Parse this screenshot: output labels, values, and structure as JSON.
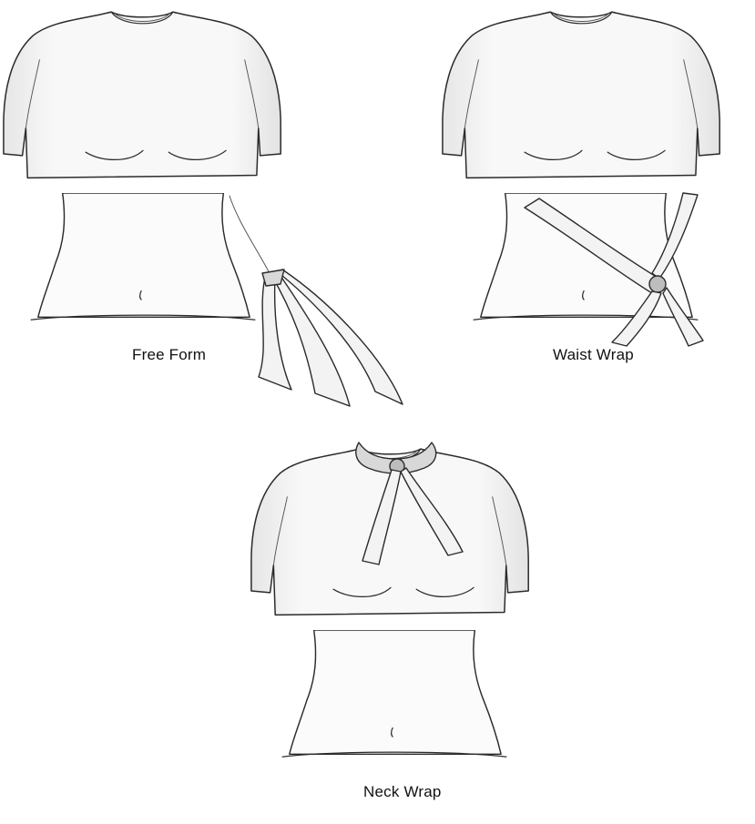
{
  "figures": [
    {
      "id": "free-form",
      "label": "Free Form"
    },
    {
      "id": "waist-wrap",
      "label": "Waist Wrap"
    },
    {
      "id": "neck-wrap",
      "label": "Neck Wrap"
    }
  ],
  "colors": {
    "outline": "#2b2b2b",
    "shirt_fill": "#f7f7f7",
    "ribbon_fill": "#f3f3f3",
    "ribbon_shade": "#d8d8d8",
    "knot": "#bdbdbd"
  }
}
